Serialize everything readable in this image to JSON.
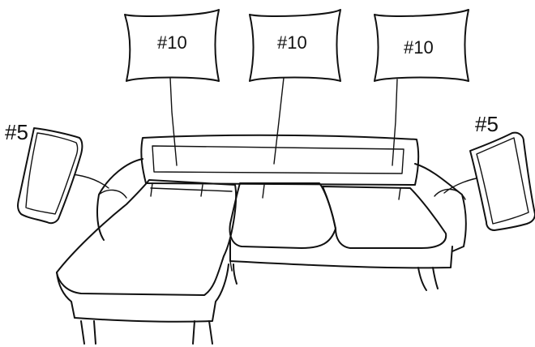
{
  "pillow_labels": [
    "#10",
    "#10",
    "#10"
  ],
  "cushion_labels": [
    "#5",
    "#5"
  ],
  "colors": {
    "ink": "#111111",
    "paper": "#ffffff"
  }
}
